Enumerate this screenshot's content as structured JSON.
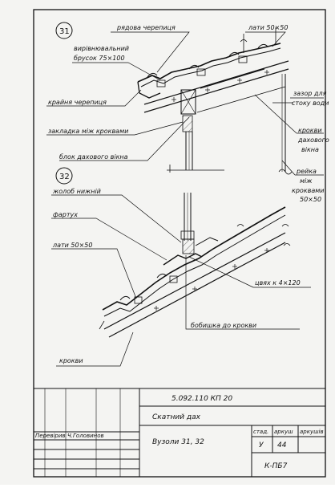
{
  "node31": {
    "number": "31",
    "labels": {
      "ridge_tile": "рядова черепиця",
      "battens": "лати 50×50",
      "leveling_beam_l1": "вирівнювальний",
      "leveling_beam_l2": "брусок 75×100",
      "eave_tile": "крайня черепиця",
      "drain_gap_l1": "зазор для",
      "drain_gap_l2": "стоку води",
      "rafter_insert": "закладка між кроквами",
      "dormer_block": "блок дахового вікна",
      "dormer_roof_l1": "крокви",
      "dormer_roof_l2": "дахового",
      "dormer_roof_l3": "вікна",
      "strip_l1": "рейка",
      "strip_l2": "між",
      "strip_l3": "кроквами",
      "strip_l4": "50×50"
    }
  },
  "node32": {
    "number": "32",
    "labels": {
      "bottom_gutter": "жолоб нижній",
      "apron": "фартух",
      "battens": "лати 50×50",
      "nail": "цвях к 4×120",
      "strip_to_rafter": "бобишка до крокви",
      "rafter": "крокви"
    }
  },
  "title_block": {
    "code": "5.092.110  КП  20",
    "title": "Скатний дах",
    "sheet_name": "Вузоли 31, 32",
    "checked_label": "Перевірив",
    "author_label": "Ч.Головинов",
    "stage_header": "стад.",
    "sheet_header": "аркуш",
    "sheets_header": "аркушів",
    "stage_value": "У",
    "sheet_value": "44",
    "group": "К-ПБ7"
  }
}
